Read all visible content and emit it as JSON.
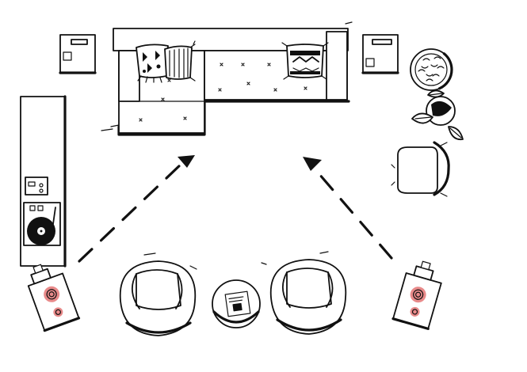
{
  "diagram": {
    "style": "hand-drawn line illustration",
    "accent_color": "#e88a8a",
    "ink_color": "#111111",
    "elements": [
      "sectional-sofa",
      "pillow-left",
      "pillow-middle",
      "pillow-patterned",
      "side-table-left",
      "side-table-right",
      "media-console",
      "speaker-left",
      "speaker-right",
      "lounge-chair-left",
      "lounge-chair-right",
      "round-coffee-table",
      "plant-pot-round",
      "plant-leafy",
      "desk-chair",
      "arrow-left",
      "arrow-right"
    ]
  }
}
